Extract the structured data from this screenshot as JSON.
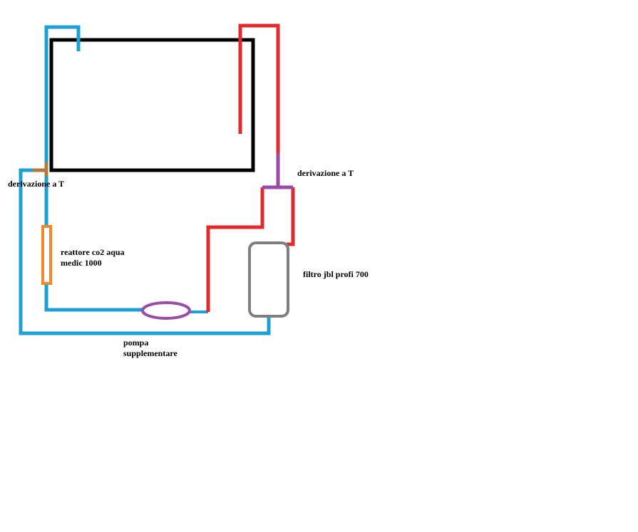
{
  "labels": {
    "tee_left": "derivazione a T",
    "tee_right": "derivazione a T",
    "reactor_line1": "reattore co2 aqua",
    "reactor_line2": "medic 1000",
    "pump_line1": "pompa",
    "pump_line2": "supplementare",
    "filter": "filtro jbl profi 700"
  },
  "colors": {
    "tank": "#000000",
    "cold_pipe": "#1e9fd6",
    "hot_pipe": "#e02a2e",
    "tee_left": "#b07a3c",
    "tee_right": "#9b4aa8",
    "reactor": "#ee8a2c",
    "pump": "#9b4aa8",
    "filter": "#7f7f7f"
  }
}
